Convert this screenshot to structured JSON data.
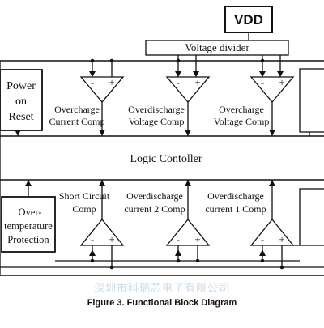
{
  "blocks": {
    "vdd": "VDD",
    "voltage_divider": "Voltage divider",
    "power_on_reset": [
      "Power",
      "on",
      "Reset"
    ],
    "logic_controller": "Logic Contoller",
    "over_temperature": [
      "Over-",
      "temperature",
      "Protection"
    ]
  },
  "comparators_top": [
    {
      "label": [
        "Overcharge",
        "Current Comp"
      ],
      "minus": "-",
      "plus": "+"
    },
    {
      "label": [
        "Overdischarge",
        "Voltage Comp"
      ],
      "minus": "-",
      "plus": "+"
    },
    {
      "label": [
        "Overcharge",
        "Voltage Comp"
      ],
      "minus": "-",
      "plus": "+"
    }
  ],
  "comparators_bottom": [
    {
      "label": [
        "Short Circuit",
        "Comp"
      ],
      "minus": "-",
      "plus": "+"
    },
    {
      "label": [
        "Overdischarge",
        "current 2 Comp"
      ],
      "minus": "-",
      "plus": "+"
    },
    {
      "label": [
        "Overdischarge",
        "current 1 Comp"
      ],
      "minus": "-",
      "plus": "+"
    }
  ],
  "watermark": "深圳市科瑞芯电子有限公司",
  "caption": "Figure 3. Functional Block Diagram",
  "colors": {
    "line": "#111111",
    "background": "#ffffff",
    "watermark": "#9fc0e0"
  }
}
